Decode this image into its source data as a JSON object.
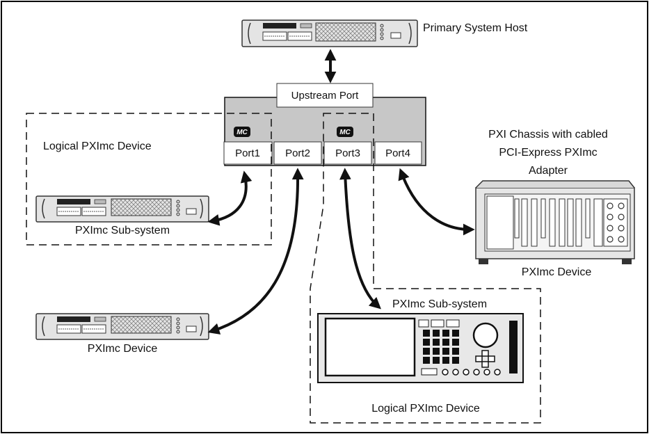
{
  "labels": {
    "primary_host": "Primary System Host",
    "upstream_port": "Upstream Port",
    "logical_device_left": "Logical PXImc Device",
    "subsystem_left": "PXImc Sub-system",
    "device_bottom_left": "PXImc Device",
    "chassis_title_line1": "PXI Chassis with cabled",
    "chassis_title_line2": "PCI-Express PXImc",
    "chassis_title_line3": "Adapter",
    "device_right": "PXImc Device",
    "subsystem_right": "PXImc Sub-system",
    "logical_device_right": "Logical PXImc Device"
  },
  "ports": [
    "Port1",
    "Port2",
    "Port3",
    "Port4"
  ],
  "mc_badge": "MC"
}
